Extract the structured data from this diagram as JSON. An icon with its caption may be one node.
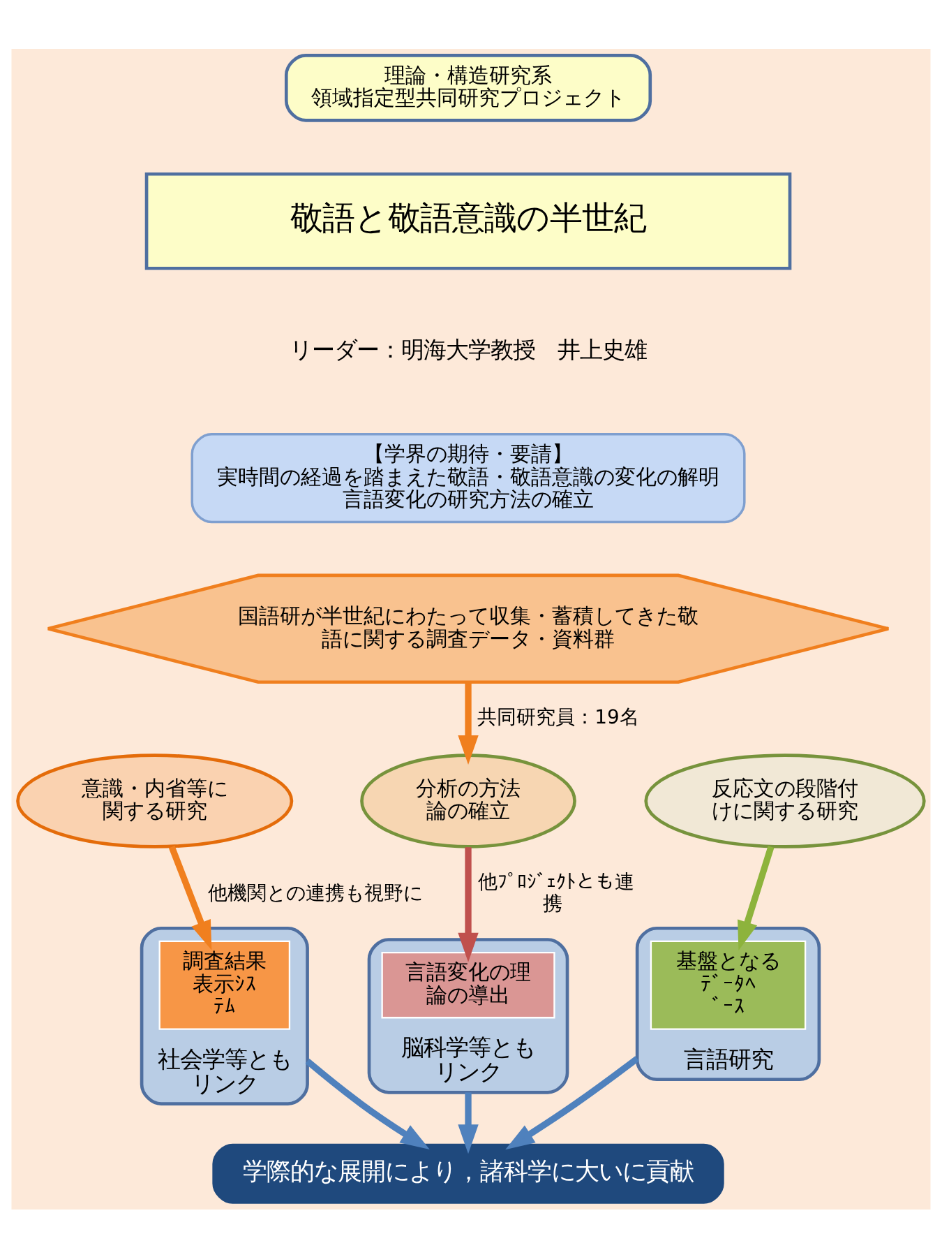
{
  "diagram": {
    "nodes": [
      {
        "text": [
          "理論・構造研究系",
          "領域指定型共同研究プロジェクト"
        ]
      },
      {
        "text": [
          "敬語と敬語意識の半世紀"
        ]
      },
      {
        "text": [
          "【学界の期待・要請】",
          "実時間の経過を踏まえた敬語・敬語意識の変化の解明",
          "言語変化の研究方法の確立"
        ]
      },
      {
        "text": [
          "国語研が半世紀にわたって収集・蓄積してきた敬語に関する調査データ・資料群"
        ]
      },
      {
        "text": [
          "意識・内省等に関する研究"
        ]
      },
      {
        "text": [
          "分析の方法論の確立"
        ]
      },
      {
        "text": [
          "反応文の段階付けに関する研究"
        ]
      },
      {
        "text": [
          "社会学等ともリンク"
        ]
      },
      {
        "text": [
          "調査結果表示ｼｽﾃﾑ"
        ],
        "in": 7
      },
      {
        "text": [
          "脳科学等ともリンク"
        ]
      },
      {
        "text": [
          "言語変化の理論の導出"
        ],
        "in": 9
      },
      {
        "text": [
          "言語研究"
        ]
      },
      {
        "text": [
          "基盤となるﾃﾞｰﾀﾍﾞｰｽ"
        ],
        "in": 11
      },
      {
        "text": [
          "学際的な展開により，諸科学に大いに貢献"
        ]
      }
    ],
    "edges": [
      {
        "from": 3,
        "to": 5,
        "arrow": "to",
        "label": "共同研究員：19名",
        "color": "#f07f1e"
      },
      {
        "from": 4,
        "to": 8,
        "arrow": "to",
        "label": "他機関との連携も視野に",
        "color": "#f07f1e"
      },
      {
        "from": 5,
        "to": 10,
        "arrow": "to",
        "label": "他ﾌﾟﾛｼﾞｪｸﾄとも連携",
        "color": "#c0504d"
      },
      {
        "from": 6,
        "to": 12,
        "arrow": "to",
        "color": "#8db33c"
      },
      {
        "from": 7,
        "to": 13,
        "arrow": "to"
      },
      {
        "from": 9,
        "to": 13,
        "arrow": "to"
      },
      {
        "from": 11,
        "to": 13,
        "arrow": "to"
      }
    ],
    "labels": [
      "リーダー：明海大学教授　井上史雄"
    ]
  }
}
